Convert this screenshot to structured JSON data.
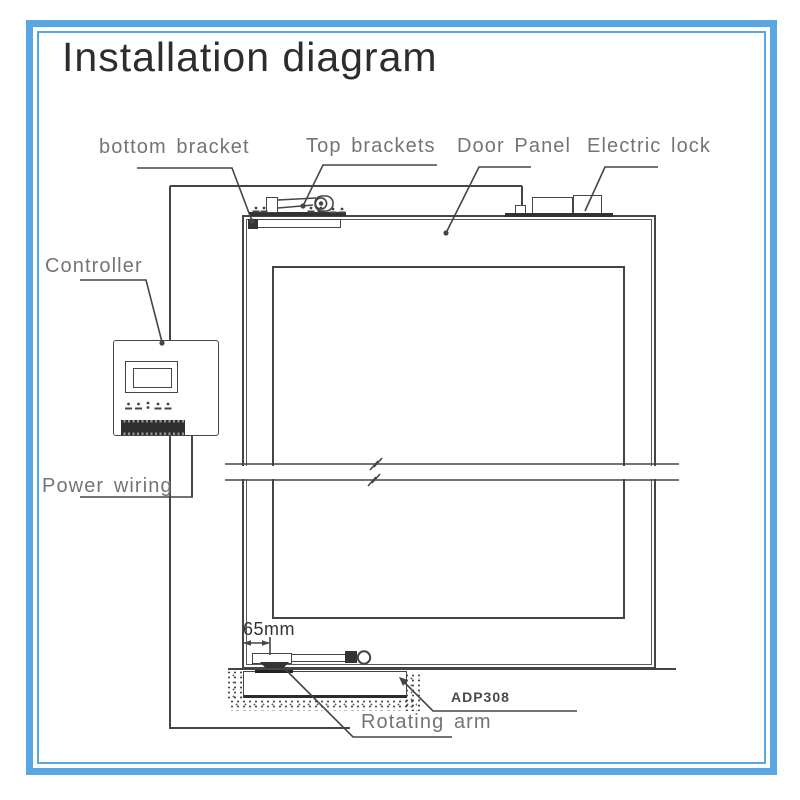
{
  "title": "Installation diagram",
  "labels": {
    "bottom_bracket": "bottom bracket",
    "top_brackets": "Top brackets",
    "door_panel": "Door Panel",
    "electric_lock": "Electric lock",
    "controller": "Controller",
    "power_wiring": "Power wiring",
    "rotating_arm": "Rotating arm"
  },
  "annotations": {
    "dimension": "65mm",
    "model": "ADP308"
  },
  "colors": {
    "border_blue": "#58a7e2",
    "line_dark": "#454545",
    "label_gray": "#747474",
    "title_dark": "#2d2d2d",
    "fill_dark": "#333333"
  }
}
